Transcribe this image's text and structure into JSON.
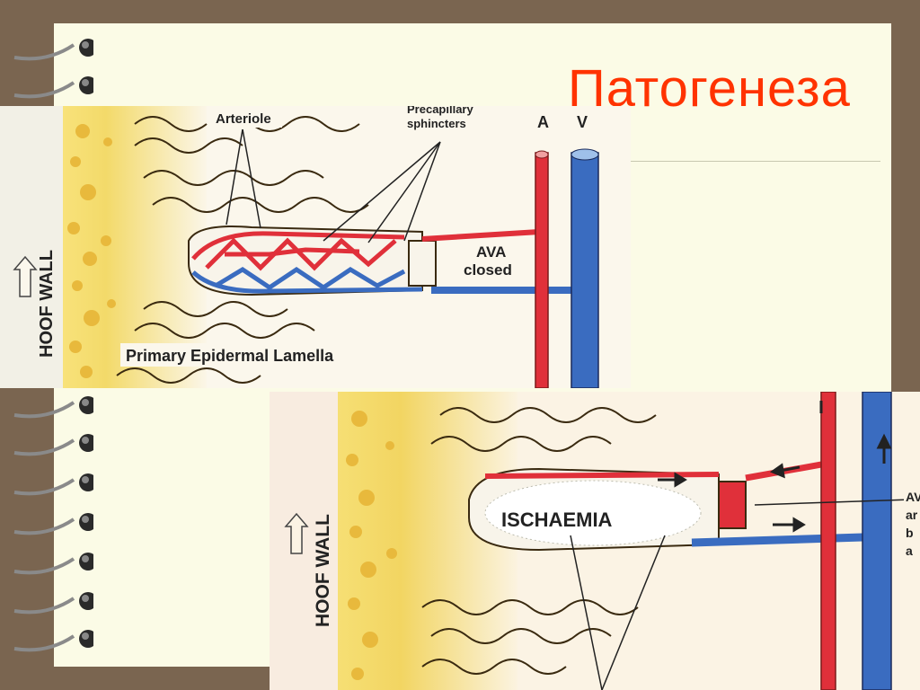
{
  "slide": {
    "title": "Патогенеза"
  },
  "figure_top": {
    "side_label": "HOOF WALL",
    "arteriole_label": "Arteriole",
    "sphincters_label_line1": "Precapillary",
    "sphincters_label_line2": "sphincters",
    "artery_label": "A",
    "vein_label": "V",
    "ava_label_line1": "AVA",
    "ava_label_line2": "closed",
    "lamella_label": "Primary Epidermal Lamella"
  },
  "figure_bottom": {
    "side_label": "HOOF WALL",
    "ischaemia_label": "ISCHAEMIA",
    "cut_label_chars": [
      "AV",
      "ar",
      "b",
      "a"
    ]
  },
  "colors": {
    "background": "#7a6550",
    "slide": "#fbfbe6",
    "title": "#ff3300",
    "artery": "#e0303a",
    "vein": "#3a6cc0",
    "tissue": "#f6dc6a"
  },
  "icons": [
    "spiral-binding-ring-icon",
    "up-arrow-icon"
  ]
}
